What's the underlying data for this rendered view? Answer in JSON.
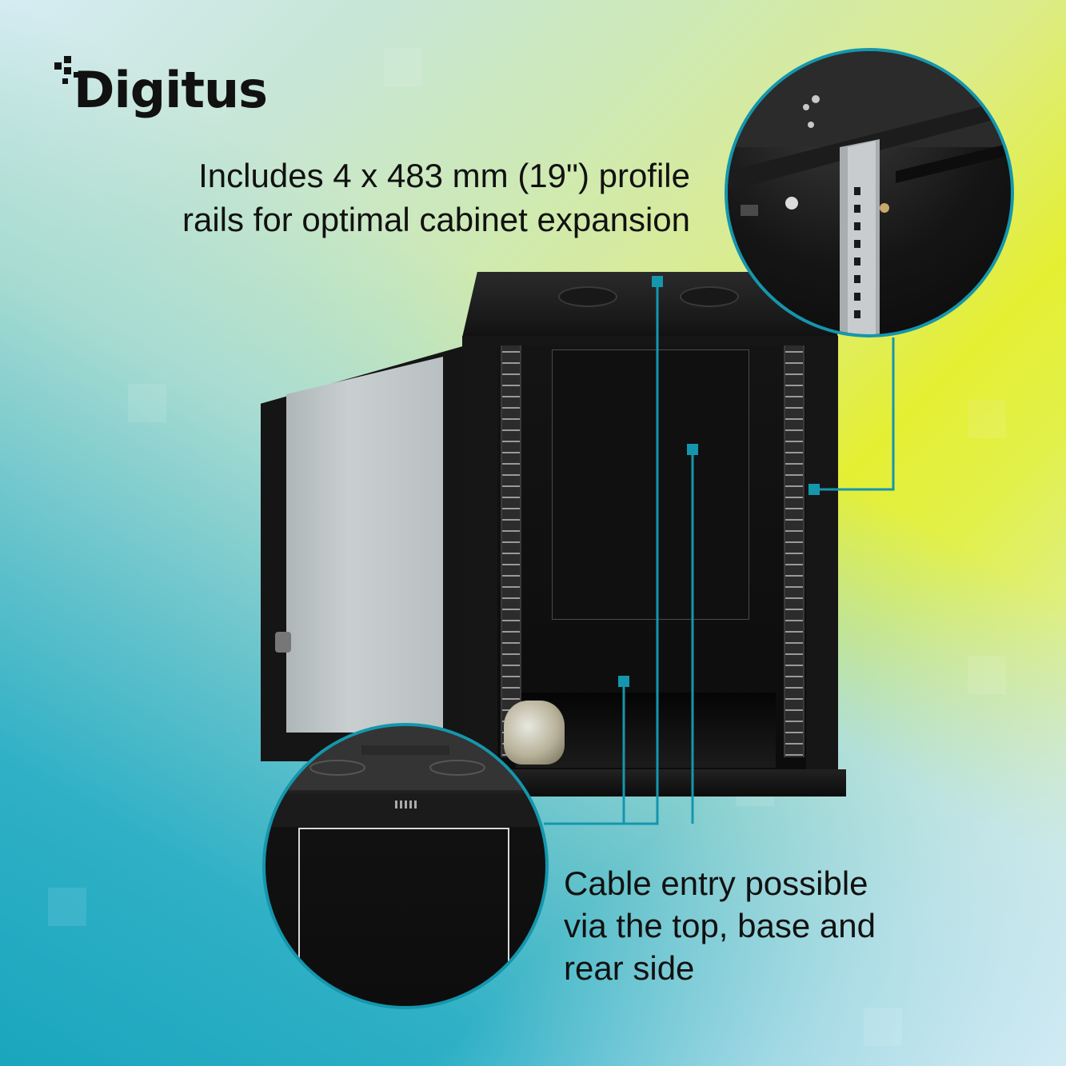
{
  "brand": {
    "logo_text": "Digitus"
  },
  "headline": {
    "line1": "Includes 4 x 483 mm (19\") profile",
    "line2": "rails for optimal cabinet expansion"
  },
  "caption": {
    "line1": "Cable entry possible",
    "line2": "via the top, base and",
    "line3": "rear side"
  },
  "colors": {
    "accent": "#1596ad",
    "text": "#111111",
    "cabinet": "#161616"
  }
}
